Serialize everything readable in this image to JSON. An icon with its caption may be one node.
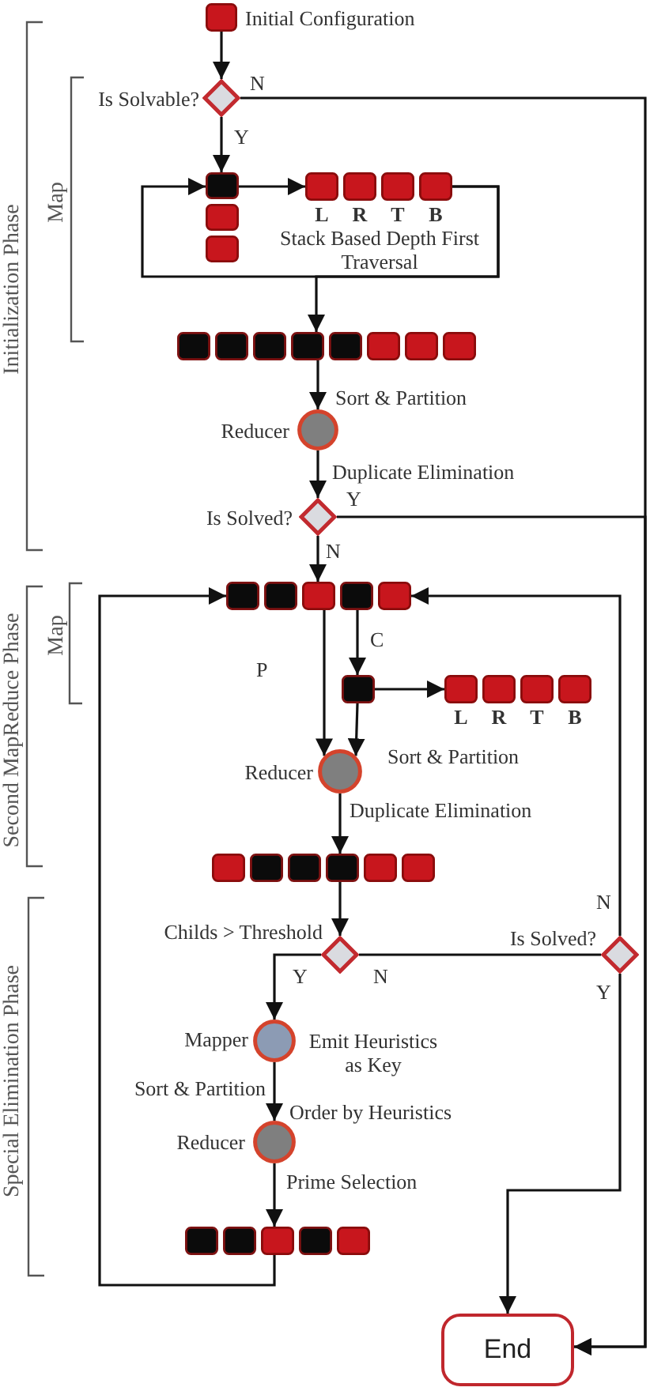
{
  "diagram": {
    "nodes": [
      {
        "text": [],
        "shape": "box",
        "beside": [
          "Initial Configuration"
        ]
      },
      {
        "text": [],
        "shape": "diamond",
        "beside": [
          "Is Solvable?"
        ]
      },
      {
        "text": [],
        "shape": "box"
      },
      {
        "text": [],
        "shape": "box",
        "beside": [
          "L",
          "R",
          "T",
          "B",
          "Stack Based Depth First Traversal"
        ]
      },
      {
        "text": [],
        "shape": "box"
      },
      {
        "text": [],
        "shape": "circle",
        "beside": [
          "Reducer"
        ]
      },
      {
        "text": [],
        "shape": "diamond",
        "beside": [
          "Is Solved?"
        ]
      },
      {
        "text": [],
        "shape": "box"
      },
      {
        "text": [],
        "shape": "box"
      },
      {
        "text": [],
        "shape": "box",
        "beside": [
          "L",
          "R",
          "T",
          "B"
        ]
      },
      {
        "text": [],
        "shape": "circle",
        "beside": [
          "Reducer"
        ]
      },
      {
        "text": [],
        "shape": "box"
      },
      {
        "text": [],
        "shape": "diamond",
        "beside": [
          "Childs > Threshold"
        ]
      },
      {
        "text": [],
        "shape": "diamond",
        "beside": [
          "Is Solved?"
        ]
      },
      {
        "text": [],
        "shape": "circle",
        "beside": [
          "Mapper",
          "Emit Heuristics as Key"
        ]
      },
      {
        "text": [],
        "shape": "circle",
        "beside": [
          "Reducer",
          "Order by Heuristics"
        ]
      },
      {
        "text": [],
        "shape": "box"
      },
      {
        "text": [
          "End"
        ]
      }
    ],
    "edges": [
      {
        "from": 0,
        "to": 1,
        "arrow": "to"
      },
      {
        "from": 1,
        "to": 2,
        "arrow": "to",
        "label": "Y"
      },
      {
        "from": 1,
        "to": 17,
        "arrow": "to",
        "label": "N"
      },
      {
        "from": 2,
        "to": 3,
        "arrow": "to"
      },
      {
        "from": 3,
        "to": 2,
        "arrow": "to"
      },
      {
        "from": 3,
        "to": 4,
        "arrow": "to"
      },
      {
        "from": 4,
        "to": 5,
        "arrow": "to",
        "label": "Sort & Partition"
      },
      {
        "from": 5,
        "to": 6,
        "arrow": "to",
        "label": "Duplicate Elimination"
      },
      {
        "from": 6,
        "to": 17,
        "arrow": "to",
        "label": "Y"
      },
      {
        "from": 6,
        "to": 7,
        "arrow": "to",
        "label": "N"
      },
      {
        "from": 7,
        "to": 8,
        "arrow": "to",
        "label": "C"
      },
      {
        "from": 7,
        "to": 10,
        "arrow": "to",
        "label": "P"
      },
      {
        "from": 8,
        "to": 9,
        "arrow": "to"
      },
      {
        "from": 8,
        "to": 10,
        "arrow": "to",
        "label": "Sort & Partition"
      },
      {
        "from": 10,
        "to": 11,
        "arrow": "to",
        "label": "Duplicate Elimination"
      },
      {
        "from": 11,
        "to": 12,
        "arrow": "to"
      },
      {
        "from": 12,
        "to": 14,
        "arrow": "to",
        "label": "Y"
      },
      {
        "from": 12,
        "to": 13,
        "arrow": "none",
        "label": "N"
      },
      {
        "from": 13,
        "to": 7,
        "arrow": "to",
        "label": "N"
      },
      {
        "from": 13,
        "to": 17,
        "arrow": "to",
        "label": "Y"
      },
      {
        "from": 14,
        "to": 15,
        "arrow": "to",
        "label": "Sort & Partition"
      },
      {
        "from": 15,
        "to": 16,
        "arrow": "to",
        "label": "Prime Selection"
      },
      {
        "from": 16,
        "to": 7,
        "arrow": "to"
      }
    ],
    "labels": [
      "Initialization Phase",
      "Map",
      "Second MapReduce Phase",
      "Map",
      "Special Elimination Phase"
    ]
  }
}
